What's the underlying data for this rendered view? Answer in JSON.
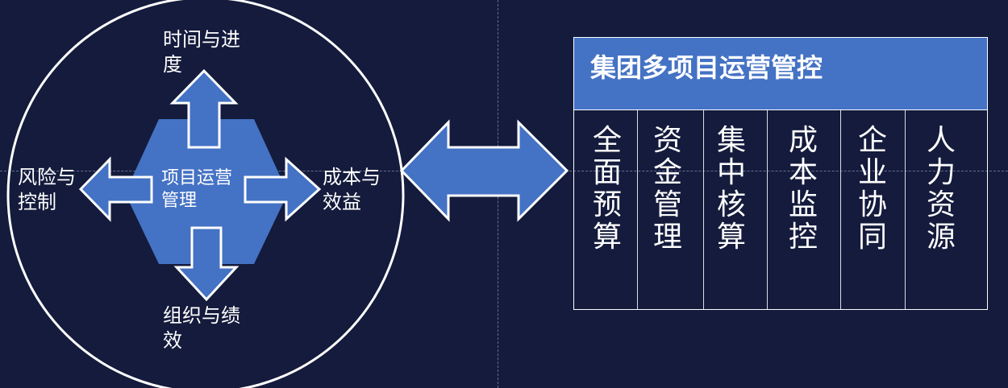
{
  "diagram": {
    "center": "项目运营管理",
    "top": "时间与进度",
    "left": "风险与控制",
    "right": "成本与效益",
    "bottom": "组织与绩效",
    "panel_title": "集团多项目运营管控",
    "columns": [
      "全面预算",
      "资金管理",
      "集中核算",
      "成本监控",
      "企业协同",
      "人力资源"
    ],
    "colors": {
      "background": "#141b3c",
      "accent": "#4472c4",
      "outline": "#ffffff"
    }
  }
}
